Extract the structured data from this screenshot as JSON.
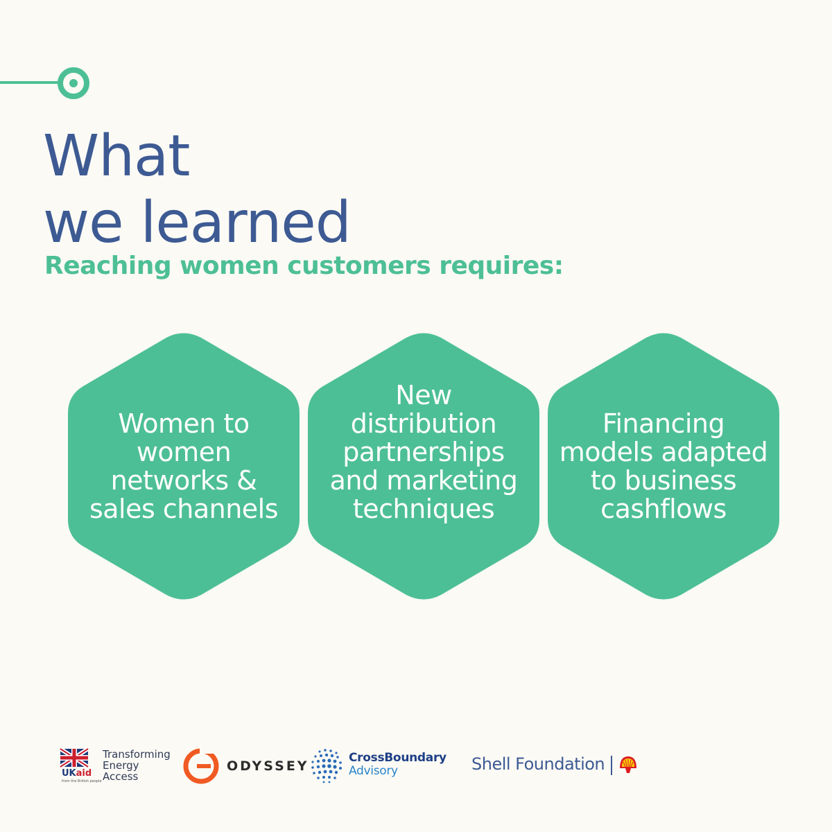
{
  "header": {
    "title_line1": "What",
    "title_line2": "we learned",
    "subtitle": "Reaching women customers requires:"
  },
  "hexagons": [
    {
      "lines": [
        "Women to",
        "women",
        "networks &",
        "sales channels"
      ]
    },
    {
      "lines": [
        "New",
        "distribution",
        "partnerships",
        "and marketing",
        "techniques"
      ]
    },
    {
      "lines": [
        "Financing",
        "models adapted",
        "to business",
        "cashflows"
      ]
    }
  ],
  "logos": {
    "ukaid": {
      "uk": "UK",
      "aid": "aid",
      "tagline": "from the British people"
    },
    "tea": {
      "line1": "Transforming",
      "line2": "Energy",
      "line3": "Access"
    },
    "odyssey": {
      "name": "ODYSSEY"
    },
    "crossboundary": {
      "line1": "CrossBoundary",
      "line2": "Advisory"
    },
    "shell": {
      "name": "Shell Foundation"
    }
  },
  "colors": {
    "background": "#fbfaf5",
    "title": "#3d5a93",
    "accent_green": "#4dbf96",
    "hex_text": "#ffffff",
    "odyssey_orange": "#f05a22",
    "shell_red": "#dd1d21",
    "shell_yellow": "#fbce07"
  },
  "icons": {
    "accent": "circle-dot-icon",
    "ukaid": "union-jack-icon",
    "odyssey": "odyssey-ring-icon",
    "crossboundary": "dotted-globe-icon",
    "shell": "shell-pecten-icon"
  }
}
